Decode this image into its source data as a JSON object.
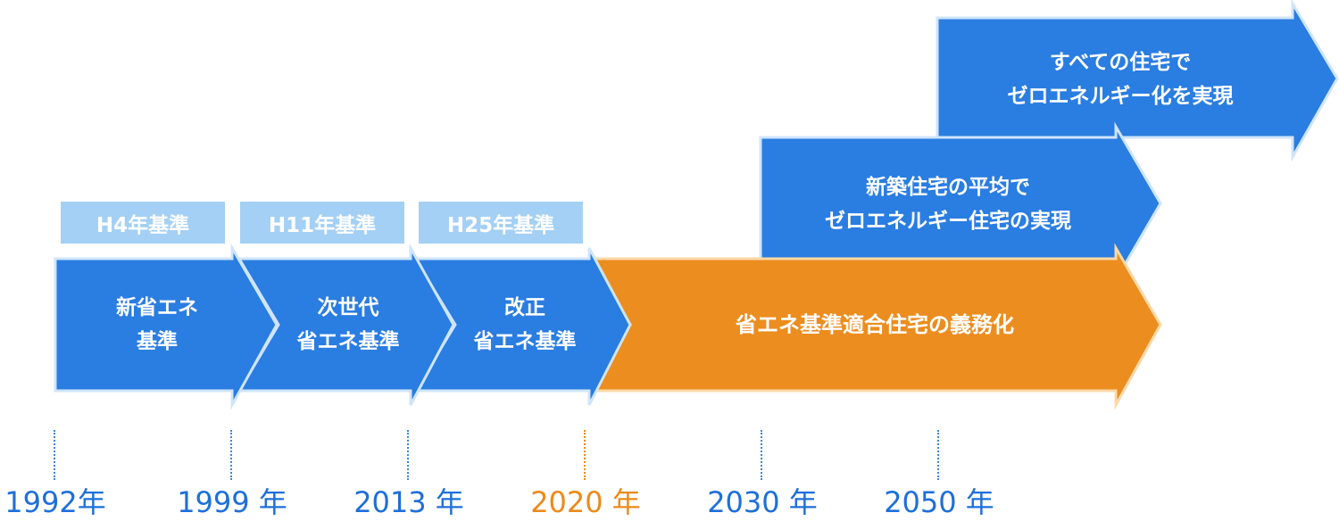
{
  "stages": [
    {
      "lines": [
        "新省エネ",
        "基準"
      ]
    },
    {
      "lines": [
        "次世代",
        "省エネ基準"
      ]
    },
    {
      "lines": [
        "改正",
        "省エネ基準"
      ]
    }
  ],
  "tags": [
    "H4年基準",
    "H11年基準",
    "H25年基準"
  ],
  "mandate": {
    "text": "省エネ基準適合住宅の義務化"
  },
  "goals": [
    {
      "lines": [
        "新築住宅の平均で",
        "ゼロエネルギー住宅の実現"
      ]
    },
    {
      "lines": [
        "すべての住宅で",
        "ゼロエネルギー化を実現"
      ]
    }
  ],
  "years": [
    {
      "label": "1992年",
      "highlight": false
    },
    {
      "label": "1999 年",
      "highlight": false
    },
    {
      "label": "2013 年",
      "highlight": false
    },
    {
      "label": "2020 年",
      "highlight": true
    },
    {
      "label": "2030 年",
      "highlight": false
    },
    {
      "label": "2050 年",
      "highlight": false
    }
  ],
  "colors": {
    "blue": "#2a7de1",
    "light_blue": "#a4d0f5",
    "orange": "#ec8d1f",
    "outline": "#cfe5fb",
    "orange_outline": "#fcd9a8",
    "year_blue": "#1e6fd9",
    "year_orange": "#ec8a1b"
  }
}
